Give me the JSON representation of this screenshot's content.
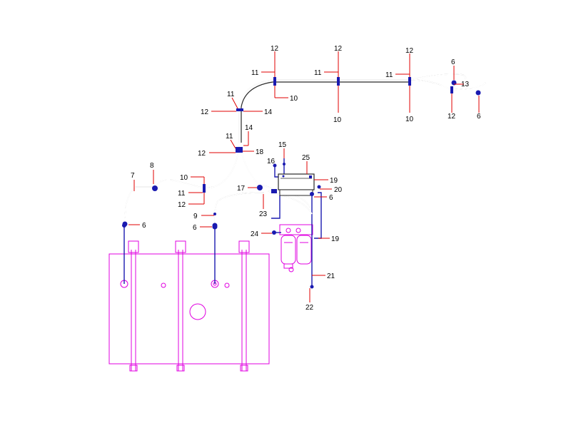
{
  "colors": {
    "tube": "#2a2a2a",
    "fuel_line": "#1a1ab0",
    "tank": "#e000e0",
    "leader": "#e00000",
    "background": "#ffffff"
  },
  "callouts": {
    "c12a": "12",
    "c11a": "11",
    "c10a": "10",
    "c12b": "12",
    "c11b": "11",
    "c10b": "10",
    "c12c": "12",
    "c11c": "11",
    "c10c": "10",
    "c6a": "6",
    "c13": "13",
    "c12d": "12",
    "c6b": "6",
    "c11d": "11",
    "c12e": "12",
    "c14a": "14",
    "c14b": "14",
    "c11e": "11",
    "c12f": "12",
    "c18": "18",
    "c15": "15",
    "c16": "16",
    "c25": "25",
    "c19a": "19",
    "c7": "7",
    "c8": "8",
    "c10d": "10",
    "c11f": "11",
    "c12g": "12",
    "c17": "17",
    "c20": "20",
    "c6c": "6",
    "c9": "9",
    "c23": "23",
    "c6d": "6",
    "c6e": "6",
    "c24": "24",
    "c19b": "19",
    "c21": "21",
    "c22": "22"
  }
}
